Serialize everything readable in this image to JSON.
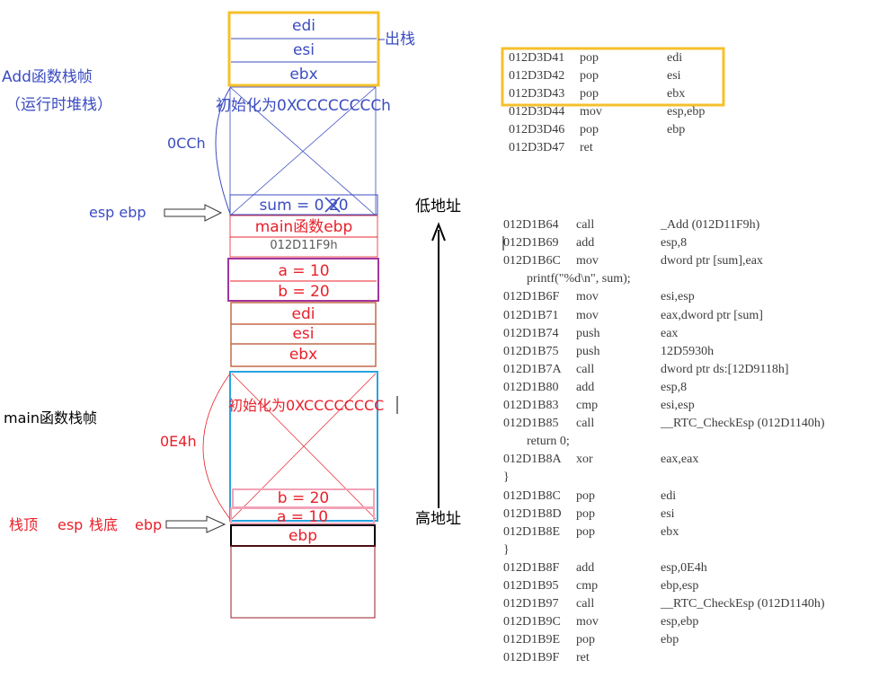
{
  "labels": {
    "add_frame": "Add函数栈帧",
    "add_frame_note": "（运行时堆栈）",
    "pop_out": "出栈",
    "init_add": "初始化为0XCCCCCCCCh",
    "size_add": "0CCh",
    "esp_ebp_add": "esp ebp",
    "low_addr": "低地址",
    "high_addr": "高地址",
    "main_frame": "main函数栈帧",
    "init_main": "初始化为0XCCCCCCCC",
    "size_main": "0E4h",
    "stack_top": "栈顶",
    "esp_main": "esp",
    "stack_bottom": "栈底",
    "ebp_main": "ebp"
  },
  "stack": {
    "add_regs": [
      "edi",
      "esi",
      "ebx"
    ],
    "sum": "sum = 0 20",
    "main_ebp": "main函数ebp",
    "ret_addr": "012D11F9h",
    "a": "a = 10",
    "b": "b = 20",
    "main_regs": [
      "edi",
      "esi",
      "ebx"
    ],
    "main_b": "b = 20",
    "main_a": "a = 10",
    "main_ebp_cell": "ebp"
  },
  "code_top": [
    {
      "addr": "012D3D41",
      "op": "pop",
      "args": "edi"
    },
    {
      "addr": "012D3D42",
      "op": "pop",
      "args": "esi"
    },
    {
      "addr": "012D3D43",
      "op": "pop",
      "args": "ebx"
    },
    {
      "addr": "012D3D44",
      "op": "mov",
      "args": "esp,ebp"
    },
    {
      "addr": "012D3D46",
      "op": "pop",
      "args": "ebp"
    },
    {
      "addr": "012D3D47",
      "op": "ret",
      "args": ""
    }
  ],
  "code_main": [
    {
      "addr": "012D1B64",
      "op": "call",
      "args": "_Add (012D11F9h)"
    },
    {
      "addr": "012D1B69",
      "op": "add",
      "args": "esp,8"
    },
    {
      "addr": "012D1B6C",
      "op": "mov",
      "args": "dword ptr [sum],eax"
    },
    {
      "src": "printf(\"%d\\n\", sum);"
    },
    {
      "addr": "012D1B6F",
      "op": "mov",
      "args": "esi,esp"
    },
    {
      "addr": "012D1B71",
      "op": "mov",
      "args": "eax,dword ptr [sum]"
    },
    {
      "addr": "012D1B74",
      "op": "push",
      "args": "eax"
    },
    {
      "addr": "012D1B75",
      "op": "push",
      "args": "12D5930h"
    },
    {
      "addr": "012D1B7A",
      "op": "call",
      "args": "dword ptr ds:[12D9118h]"
    },
    {
      "addr": "012D1B80",
      "op": "add",
      "args": "esp,8"
    },
    {
      "addr": "012D1B83",
      "op": "cmp",
      "args": "esi,esp"
    },
    {
      "addr": "012D1B85",
      "op": "call",
      "args": "__RTC_CheckEsp (012D1140h)"
    },
    {
      "src": "return 0;"
    },
    {
      "addr": "012D1B8A",
      "op": "xor",
      "args": "eax,eax"
    },
    {
      "src": "}",
      "shallow": true
    },
    {
      "addr": "012D1B8C",
      "op": "pop",
      "args": "edi"
    },
    {
      "addr": "012D1B8D",
      "op": "pop",
      "args": "esi"
    },
    {
      "addr": "012D1B8E",
      "op": "pop",
      "args": "ebx"
    },
    {
      "src": "}",
      "shallow": true
    },
    {
      "addr": "012D1B8F",
      "op": "add",
      "args": "esp,0E4h"
    },
    {
      "addr": "012D1B95",
      "op": "cmp",
      "args": "ebp,esp"
    },
    {
      "addr": "012D1B97",
      "op": "call",
      "args": "__RTC_CheckEsp (012D1140h)"
    },
    {
      "addr": "012D1B9C",
      "op": "mov",
      "args": "esp,ebp"
    },
    {
      "addr": "012D1B9E",
      "op": "pop",
      "args": "ebp"
    },
    {
      "addr": "012D1B9F",
      "op": "ret",
      "args": ""
    }
  ],
  "colors": {
    "blue": "#3b4cc0",
    "red": "#e8202a",
    "yellow": "#f6c02c",
    "purple": "#a0369c",
    "brown": "#c36a4a",
    "cyan": "#2aa3e0",
    "pink": "#f2a3b8",
    "darkred": "#9a1c2a"
  }
}
